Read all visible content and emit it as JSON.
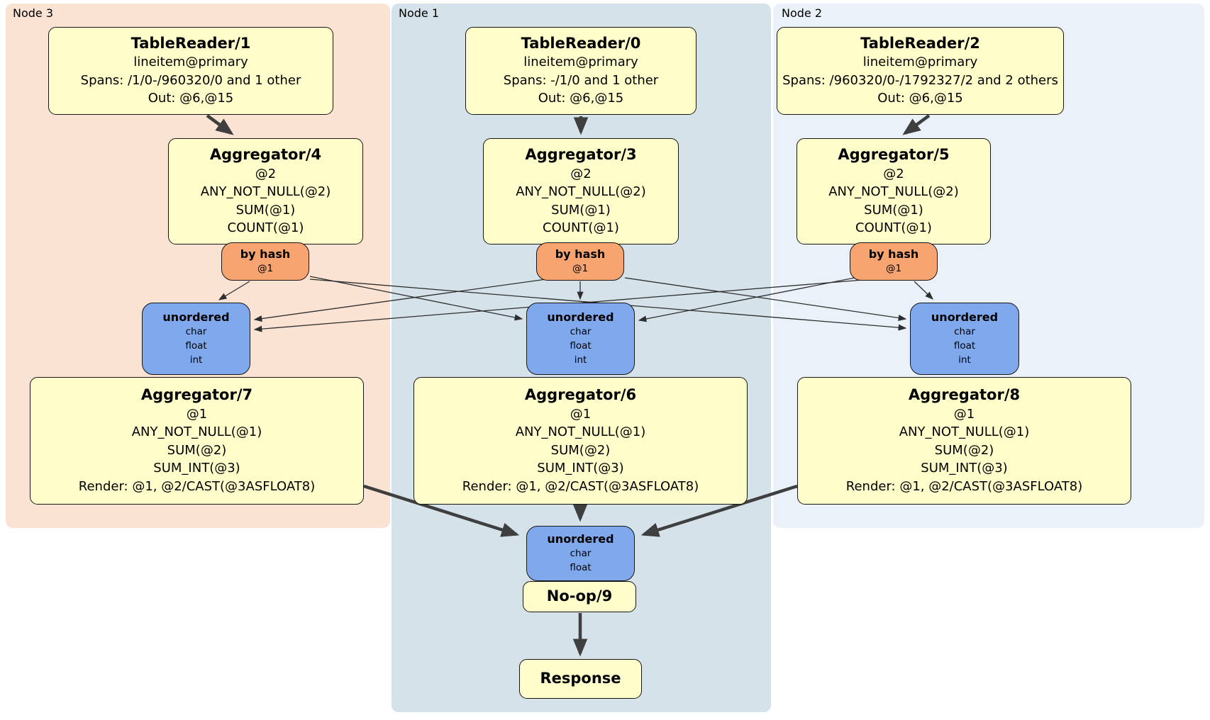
{
  "regions": [
    {
      "id": "node3",
      "label": "Node 3",
      "color": "#fbe3d3"
    },
    {
      "id": "node1",
      "label": "Node 1",
      "color": "#d5e2ea"
    },
    {
      "id": "node2",
      "label": "Node 2",
      "color": "#ebf1f9"
    }
  ],
  "colors": {
    "processor_fill": "#fffecb",
    "router_fill": "#f7a471",
    "sync_fill": "#7fa8ed",
    "edge": "#3f3f3f",
    "border": "#161616",
    "background": "#ffffff"
  },
  "processors": {
    "tr1": {
      "title": "TableReader/1",
      "lines": [
        "lineitem@primary",
        "Spans: /1/0-/960320/0 and 1 other",
        "Out: @6,@15"
      ]
    },
    "tr0": {
      "title": "TableReader/0",
      "lines": [
        "lineitem@primary",
        "Spans: -/1/0 and 1 other",
        "Out: @6,@15"
      ]
    },
    "tr2": {
      "title": "TableReader/2",
      "lines": [
        "lineitem@primary",
        "Spans: /960320/0-/1792327/2 and 2 others",
        "Out: @6,@15"
      ]
    },
    "agg4": {
      "title": "Aggregator/4",
      "lines": [
        "@2",
        "ANY_NOT_NULL(@2)",
        "SUM(@1)",
        "COUNT(@1)"
      ]
    },
    "agg3": {
      "title": "Aggregator/3",
      "lines": [
        "@2",
        "ANY_NOT_NULL(@2)",
        "SUM(@1)",
        "COUNT(@1)"
      ]
    },
    "agg5": {
      "title": "Aggregator/5",
      "lines": [
        "@2",
        "ANY_NOT_NULL(@2)",
        "SUM(@1)",
        "COUNT(@1)"
      ]
    },
    "agg7": {
      "title": "Aggregator/7",
      "lines": [
        "@1",
        "ANY_NOT_NULL(@1)",
        "SUM(@2)",
        "SUM_INT(@3)",
        "Render: @1, @2/CAST(@3ASFLOAT8)"
      ]
    },
    "agg6": {
      "title": "Aggregator/6",
      "lines": [
        "@1",
        "ANY_NOT_NULL(@1)",
        "SUM(@2)",
        "SUM_INT(@3)",
        "Render: @1, @2/CAST(@3ASFLOAT8)"
      ]
    },
    "agg8": {
      "title": "Aggregator/8",
      "lines": [
        "@1",
        "ANY_NOT_NULL(@1)",
        "SUM(@2)",
        "SUM_INT(@3)",
        "Render: @1, @2/CAST(@3ASFLOAT8)"
      ]
    },
    "noop": {
      "title": "No-op/9"
    },
    "response": {
      "title": "Response"
    }
  },
  "routers": {
    "hash_left": {
      "title": "by hash",
      "lines": [
        "@1"
      ]
    },
    "hash_mid": {
      "title": "by hash",
      "lines": [
        "@1"
      ]
    },
    "hash_right": {
      "title": "by hash",
      "lines": [
        "@1"
      ]
    }
  },
  "syncs": {
    "uno_left": {
      "title": "unordered",
      "lines": [
        "char",
        "float",
        "int"
      ]
    },
    "uno_mid": {
      "title": "unordered",
      "lines": [
        "char",
        "float",
        "int"
      ]
    },
    "uno_right": {
      "title": "unordered",
      "lines": [
        "char",
        "float",
        "int"
      ]
    },
    "uno_bottom": {
      "title": "unordered",
      "lines": [
        "char",
        "float"
      ]
    }
  }
}
